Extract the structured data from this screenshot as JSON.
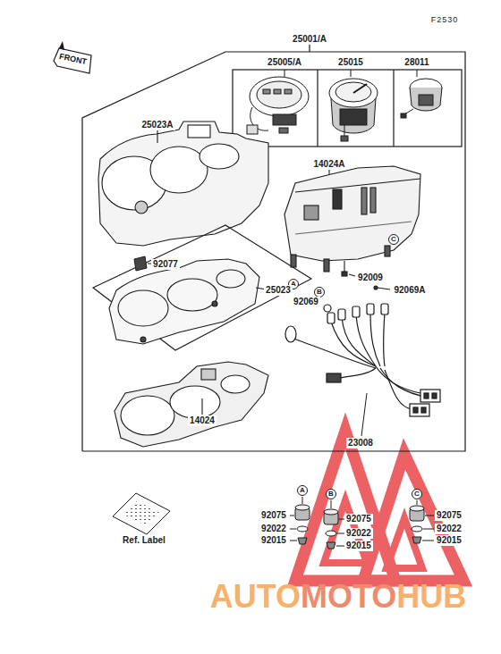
{
  "diagram": {
    "nodes": [
      {
        "text": [
          "A"
        ]
      },
      {
        "text": [
          "B"
        ]
      },
      {
        "text": [
          "C"
        ]
      },
      {
        "text": [
          "A"
        ]
      },
      {
        "text": [
          "B"
        ]
      },
      {
        "text": [
          "C"
        ]
      }
    ],
    "labels": [
      "F2530",
      "FRONT",
      "25001/A",
      "25005/A",
      "25015",
      "28011",
      "25023A",
      "14024A",
      "92077",
      "25023",
      "92009",
      "92069",
      "92069A",
      "14024",
      "23008",
      "Ref. Label",
      "92075",
      "92022",
      "92015",
      "92075",
      "92022",
      "92015",
      "92075",
      "92022",
      "92015",
      "AUTO",
      "MOTO",
      "HUB"
    ]
  }
}
